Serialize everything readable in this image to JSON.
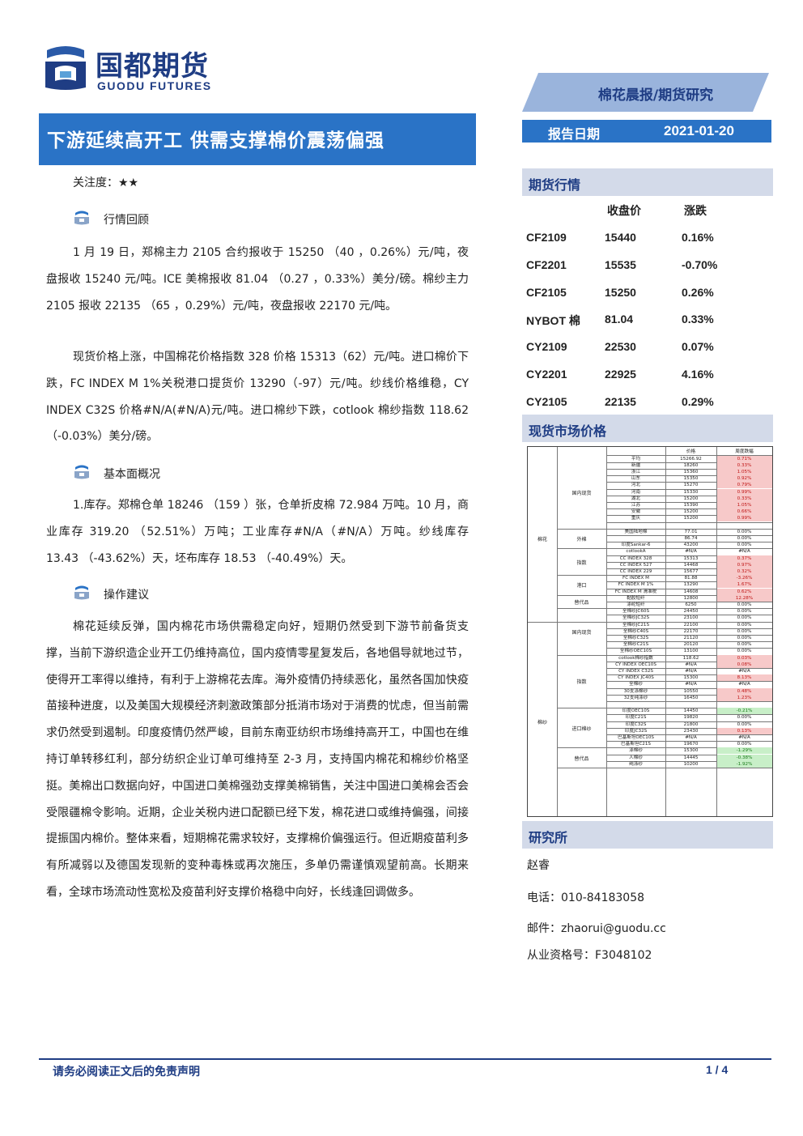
{
  "header": {
    "logo_cn": "国都期货",
    "logo_en": "GUODU FUTURES",
    "report_type": "棉花晨报/期货研究",
    "title": "下游延续高开工 供需支撑棉价震荡偏强",
    "date_label": "报告日期",
    "date_value": "2021-01-20"
  },
  "attention": "关注度：★★",
  "sections": [
    {
      "heading": "行情回顾",
      "paragraphs": [
        "1 月 19 日，郑棉主力 2105 合约报收于 15250 （40 ，0.26%）元/吨，夜盘报收 15240 元/吨。ICE 美棉报收 81.04 （0.27 ，0.33%）美分/磅。棉纱主力 2105 报收 22135 （65 ，0.29%）元/吨，夜盘报收 22170 元/吨。",
        "现货价格上涨，中国棉花价格指数 328 价格 15313（62）元/吨。进口棉价下跌，FC INDEX M 1%关税港口提货价 13290（-97）元/吨。纱线价格维稳，CY INDEX C32S 价格#N/A(#N/A)元/吨。进口棉纱下跌，cotlook 棉纱指数 118.62（-0.03%）美分/磅。"
      ]
    },
    {
      "heading": "基本面概况",
      "paragraphs": [
        "1.库存。郑棉仓单 18246 （159 ）张，仓单折皮棉 72.984 万吨。10 月，商业库存 319.20 （52.51%）万吨；工业库存#N/A（#N/A）万吨。纱线库存 13.43 （-43.62%）天，坯布库存 18.53 （-40.49%）天。"
      ]
    },
    {
      "heading": "操作建议",
      "paragraphs": [
        "棉花延续反弹，国内棉花市场供需稳定向好，短期仍然受到下游节前备货支撑，当前下游织造企业开工仍维持高位，国内疫情零星复发后，各地倡导就地过节，使得开工率得以维持，有利于上游棉花去库。海外疫情仍持续恶化，虽然各国加快疫苗接种进度，以及美国大规模经济刺激政策部分抵消市场对于消费的忧虑，但当前需求仍然受到遏制。印度疫情仍然严峻，目前东南亚纺织市场维持高开工，中国也在维持订单转移红利，部分纺织企业订单可维持至 2-3 月，支持国内棉花和棉纱价格坚挺。美棉出口数据向好，中国进口美棉强劲支撑美棉销售，关注中国进口美棉会否会受限疆棉令影响。近期，企业关税内进口配额已经下发，棉花进口或维持偏强，间接提振国内棉价。整体来看，短期棉花需求较好，支撑棉价偏强运行。但近期疫苗利多有所减弱以及德国发现新的变种毒株或再次施压，多单仍需谨慎观望前高。长期来看，全球市场流动性宽松及疫苗利好支撑价格稳中向好，长线逢回调做多。"
      ]
    }
  ],
  "futures": {
    "heading": "期货行情",
    "col_price": "收盘价",
    "col_change": "涨跌",
    "rows": [
      {
        "code": "CF2109",
        "price": "15440",
        "change": "0.16%"
      },
      {
        "code": "CF2201",
        "price": "15535",
        "change": "-0.70%"
      },
      {
        "code": "CF2105",
        "price": "15250",
        "change": "0.26%"
      },
      {
        "code": "NYBOT 棉",
        "price": "81.04",
        "change": "0.33%"
      },
      {
        "code": "CY2109",
        "price": "22530",
        "change": "0.07%"
      },
      {
        "code": "CY2201",
        "price": "22925",
        "change": "4.16%"
      },
      {
        "code": "CY2105",
        "price": "22135",
        "change": "0.29%"
      }
    ]
  },
  "spot": {
    "heading": "现货市场价格",
    "col_price": "价格",
    "col_change": "周度跌幅",
    "groups": [
      {
        "name": "棉花",
        "start": 1,
        "end": 25
      },
      {
        "name": "棉纱",
        "start": 26,
        "end": 55
      }
    ],
    "subgroups": [
      {
        "name": "国内现货",
        "start": 1,
        "end": 11
      },
      {
        "name": "外棉",
        "start": 12,
        "end": 14
      },
      {
        "name": "指数",
        "start": 15,
        "end": 18
      },
      {
        "name": "港口",
        "start": 19,
        "end": 21
      },
      {
        "name": "替代品",
        "start": 22,
        "end": 23
      },
      {
        "name": "国内现货",
        "start": 24,
        "end": 30
      },
      {
        "name": "指数",
        "start": 31,
        "end": 38
      },
      {
        "name": "进口棉纱",
        "start": 39,
        "end": 44
      },
      {
        "name": "替代品",
        "start": 45,
        "end": 47
      }
    ],
    "rows": [
      {
        "name": "平均",
        "price": "15266.92",
        "change": "0.71%",
        "tone": "pos"
      },
      {
        "name": "新疆",
        "price": "18260",
        "change": "0.33%",
        "tone": "pos"
      },
      {
        "name": "浙江",
        "price": "15360",
        "change": "1.05%",
        "tone": "pos"
      },
      {
        "name": "山东",
        "price": "15350",
        "change": "0.92%",
        "tone": "pos"
      },
      {
        "name": "河北",
        "price": "15270",
        "change": "0.79%",
        "tone": "pos"
      },
      {
        "name": "河南",
        "price": "15330",
        "change": "0.99%",
        "tone": "pos"
      },
      {
        "name": "湖北",
        "price": "15200",
        "change": "0.33%",
        "tone": "pos"
      },
      {
        "name": "江苏",
        "price": "15390",
        "change": "1.05%",
        "tone": "pos"
      },
      {
        "name": "安徽",
        "price": "15200",
        "change": "0.66%",
        "tone": "pos"
      },
      {
        "name": "重庆",
        "price": "15200",
        "change": "0.99%",
        "tone": "pos"
      },
      {
        "name": "",
        "price": "",
        "change": "",
        "tone": ""
      },
      {
        "name": "美国陆地棉",
        "price": "77.01",
        "change": "0.00%",
        "tone": ""
      },
      {
        "name": "",
        "price": "86.74",
        "change": "0.00%",
        "tone": ""
      },
      {
        "name": "印度Sankar-6",
        "price": "43200",
        "change": "0.00%",
        "tone": ""
      },
      {
        "name": "cotlookA",
        "price": "#N/A",
        "change": "#N/A",
        "tone": ""
      },
      {
        "name": "CC INDEX 328",
        "price": "15313",
        "change": "0.37%",
        "tone": "pos"
      },
      {
        "name": "CC INDEX 527",
        "price": "14468",
        "change": "0.97%",
        "tone": "pos"
      },
      {
        "name": "CC INDEX 229",
        "price": "15677",
        "change": "0.32%",
        "tone": "pos"
      },
      {
        "name": "FC INDEX M",
        "price": "81.88",
        "change": "-3.26%",
        "tone": "pos"
      },
      {
        "name": "FC INDEX M 1%",
        "price": "13290",
        "change": "1.67%",
        "tone": "pos"
      },
      {
        "name": "FC INDEX M 滑准税",
        "price": "14608",
        "change": "0.62%",
        "tone": "pos"
      },
      {
        "name": "黏胶短纤",
        "price": "12800",
        "change": "12.28%",
        "tone": "pos"
      },
      {
        "name": "涤纶短纤",
        "price": "6250",
        "change": "0.00%",
        "tone": ""
      },
      {
        "name": "全棉纱JC60S",
        "price": "24450",
        "change": "0.00%",
        "tone": ""
      },
      {
        "name": "全棉纱JC32S",
        "price": "23100",
        "change": "0.00%",
        "tone": ""
      },
      {
        "name": "全棉纱JC21S",
        "price": "22100",
        "change": "0.00%",
        "tone": ""
      },
      {
        "name": "全棉纱C40S",
        "price": "22170",
        "change": "0.00%",
        "tone": ""
      },
      {
        "name": "全棉纱C32S",
        "price": "21120",
        "change": "0.00%",
        "tone": ""
      },
      {
        "name": "全棉纱C21S",
        "price": "20120",
        "change": "0.00%",
        "tone": ""
      },
      {
        "name": "全棉纱OEC10S",
        "price": "13100",
        "change": "0.00%",
        "tone": ""
      },
      {
        "name": "cotlook棉纱指数",
        "price": "118.62",
        "change": "0.03%",
        "tone": "pos"
      },
      {
        "name": "CY INDEX OEC10S",
        "price": "#N/A",
        "change": "0.08%",
        "tone": "pos"
      },
      {
        "name": "CY INDEX C32S",
        "price": "#N/A",
        "change": "#N/A",
        "tone": ""
      },
      {
        "name": "CY INDEX JC40S",
        "price": "15300",
        "change": "8.13%",
        "tone": "pos"
      },
      {
        "name": "全棉纱",
        "price": "#N/A",
        "change": "#N/A",
        "tone": ""
      },
      {
        "name": "30支涤棉纱",
        "price": "10550",
        "change": "0.48%",
        "tone": "pos"
      },
      {
        "name": "32支纯涤纱",
        "price": "16450",
        "change": "1.23%",
        "tone": "pos"
      },
      {
        "name": "",
        "price": "",
        "change": "",
        "tone": ""
      },
      {
        "name": "印度OEC10S",
        "price": "14450",
        "change": "-0.21%",
        "tone": "neg"
      },
      {
        "name": "印度C21S",
        "price": "19820",
        "change": "0.00%",
        "tone": ""
      },
      {
        "name": "印度C32S",
        "price": "21800",
        "change": "0.00%",
        "tone": ""
      },
      {
        "name": "印度JC32S",
        "price": "23430",
        "change": "0.13%",
        "tone": "pos"
      },
      {
        "name": "巴基斯坦OEC10S",
        "price": "#N/A",
        "change": "#N/A",
        "tone": ""
      },
      {
        "name": "巴基斯坦C21S",
        "price": "19670",
        "change": "0.00%",
        "tone": ""
      },
      {
        "name": "涤棉纱",
        "price": "15300",
        "change": "-1.29%",
        "tone": "neg"
      },
      {
        "name": "人棉纱",
        "price": "14445",
        "change": "-0.38%",
        "tone": "neg"
      },
      {
        "name": "纯涤纱",
        "price": "10200",
        "change": "-1.92%",
        "tone": "neg"
      }
    ]
  },
  "research": {
    "heading": "研究所",
    "name": "赵睿",
    "phone": "电话：010-84183058",
    "email": "邮件：zhaorui@guodu.cc",
    "license": "从业资格号：F3048102"
  },
  "footer": {
    "disclaimer": "请务必阅读正文后的免责声明",
    "page": "1 / 4"
  },
  "colors": {
    "brand_blue": "#1f3d84",
    "title_bar": "#2a73c6",
    "banner": "#9ab4dc",
    "section_head_bg": "#d3dae9"
  }
}
